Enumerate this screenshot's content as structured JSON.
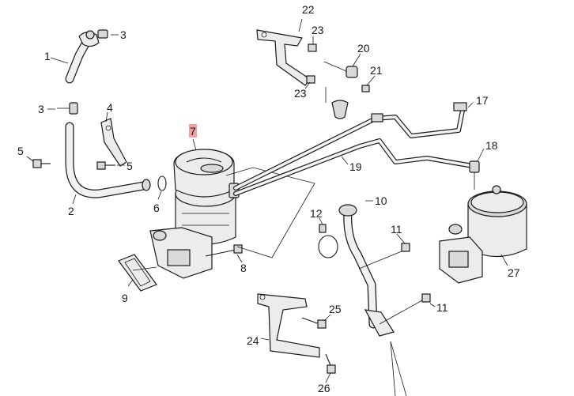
{
  "diagram": {
    "highlighted_label": "7",
    "highlight_color": "#f2a0a0",
    "labels": {
      "p1": "1",
      "p2": "2",
      "p3a": "3",
      "p3b": "3",
      "p4": "4",
      "p5a": "5",
      "p5b": "5",
      "p6": "6",
      "p7": "7",
      "p8": "8",
      "p9": "9",
      "p10": "10",
      "p11a": "11",
      "p11b": "11",
      "p12": "12",
      "p17": "17",
      "p18": "18",
      "p19": "19",
      "p20": "20",
      "p21": "21",
      "p22": "22",
      "p23a": "23",
      "p23b": "23",
      "p24": "24",
      "p25": "25",
      "p26": "26",
      "p27": "27"
    }
  }
}
